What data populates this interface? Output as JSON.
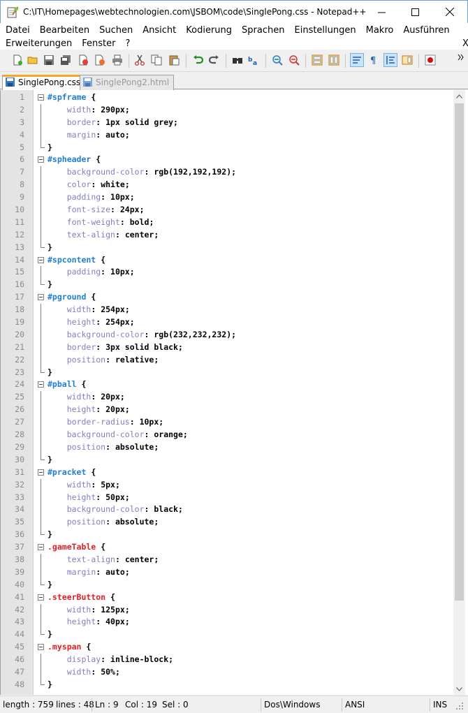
{
  "window": {
    "title": "C:\\IT\\Homepages\\webtechnologien.com\\JSBOM\\code\\SinglePong.css - Notepad++",
    "minimize_glyph": "—",
    "maximize_glyph": "☐",
    "close_glyph": "✕"
  },
  "menu": {
    "row1": [
      "Datei",
      "Bearbeiten",
      "Suchen",
      "Ansicht",
      "Kodierung",
      "Sprachen",
      "Einstellungen",
      "Makro",
      "Ausführen"
    ],
    "row2": [
      "Erweiterungen",
      "Fenster",
      "?"
    ],
    "close_x": "X"
  },
  "tabs": [
    {
      "label": "SinglePong.css",
      "active": true
    },
    {
      "label": "SinglePong2.html",
      "active": false
    }
  ],
  "editor": {
    "lines": [
      {
        "n": "1",
        "kind": "open-id",
        "sel": "#spframe"
      },
      {
        "n": "2",
        "kind": "decl",
        "prop": "width",
        "val": "290px"
      },
      {
        "n": "3",
        "kind": "decl",
        "prop": "border",
        "val": "1px solid grey"
      },
      {
        "n": "4",
        "kind": "decl",
        "prop": "margin",
        "val": "auto"
      },
      {
        "n": "5",
        "kind": "close"
      },
      {
        "n": "6",
        "kind": "open-id",
        "sel": "#spheader"
      },
      {
        "n": "7",
        "kind": "decl",
        "prop": "background-color",
        "val": "rgb(192,192,192)"
      },
      {
        "n": "8",
        "kind": "decl",
        "prop": "color",
        "val": "white"
      },
      {
        "n": "9",
        "kind": "decl",
        "prop": "padding",
        "val": "10px"
      },
      {
        "n": "10",
        "kind": "decl",
        "prop": "font-size",
        "val": "24px"
      },
      {
        "n": "11",
        "kind": "decl",
        "prop": "font-weight",
        "val": "bold"
      },
      {
        "n": "12",
        "kind": "decl",
        "prop": "text-align",
        "val": "center"
      },
      {
        "n": "13",
        "kind": "close"
      },
      {
        "n": "14",
        "kind": "open-id",
        "sel": "#spcontent"
      },
      {
        "n": "15",
        "kind": "decl",
        "prop": "padding",
        "val": "10px"
      },
      {
        "n": "16",
        "kind": "close"
      },
      {
        "n": "17",
        "kind": "open-id",
        "sel": "#pground"
      },
      {
        "n": "18",
        "kind": "decl",
        "prop": "width",
        "val": "254px"
      },
      {
        "n": "19",
        "kind": "decl",
        "prop": "height",
        "val": "254px"
      },
      {
        "n": "20",
        "kind": "decl",
        "prop": "background-color",
        "val": "rgb(232,232,232)"
      },
      {
        "n": "21",
        "kind": "decl",
        "prop": "border",
        "val": "3px solid black"
      },
      {
        "n": "22",
        "kind": "decl",
        "prop": "position",
        "val": "relative"
      },
      {
        "n": "23",
        "kind": "close"
      },
      {
        "n": "24",
        "kind": "open-id",
        "sel": "#pball"
      },
      {
        "n": "25",
        "kind": "decl",
        "prop": "width",
        "val": "20px"
      },
      {
        "n": "26",
        "kind": "decl",
        "prop": "height",
        "val": "20px"
      },
      {
        "n": "27",
        "kind": "decl",
        "prop": "border-radius",
        "val": "10px"
      },
      {
        "n": "28",
        "kind": "decl",
        "prop": "background-color",
        "val": "orange"
      },
      {
        "n": "29",
        "kind": "decl",
        "prop": "position",
        "val": "absolute"
      },
      {
        "n": "30",
        "kind": "close"
      },
      {
        "n": "31",
        "kind": "open-id",
        "sel": "#pracket"
      },
      {
        "n": "32",
        "kind": "decl",
        "prop": "width",
        "val": "5px"
      },
      {
        "n": "33",
        "kind": "decl",
        "prop": "height",
        "val": "50px"
      },
      {
        "n": "34",
        "kind": "decl",
        "prop": "background-color",
        "val": "black"
      },
      {
        "n": "35",
        "kind": "decl",
        "prop": "position",
        "val": "absolute"
      },
      {
        "n": "36",
        "kind": "close"
      },
      {
        "n": "37",
        "kind": "open-class",
        "sel": ".gameTable"
      },
      {
        "n": "38",
        "kind": "decl",
        "prop": "text-align",
        "val": "center"
      },
      {
        "n": "39",
        "kind": "decl",
        "prop": "margin",
        "val": "auto"
      },
      {
        "n": "40",
        "kind": "close"
      },
      {
        "n": "41",
        "kind": "open-class",
        "sel": ".steerButton"
      },
      {
        "n": "42",
        "kind": "decl",
        "prop": "width",
        "val": "125px"
      },
      {
        "n": "43",
        "kind": "decl",
        "prop": "height",
        "val": "40px"
      },
      {
        "n": "44",
        "kind": "close"
      },
      {
        "n": "45",
        "kind": "open-class",
        "sel": ".myspan"
      },
      {
        "n": "46",
        "kind": "decl",
        "prop": "display",
        "val": "inline-block"
      },
      {
        "n": "47",
        "kind": "decl",
        "prop": "width",
        "val": "50%"
      },
      {
        "n": "48",
        "kind": "close"
      }
    ]
  },
  "status": {
    "length": "length : 759",
    "lines": "lines : 48",
    "ln": "Ln : 9",
    "col": "Col : 19",
    "sel": "Sel : 0",
    "eol": "Dos\\Windows",
    "encoding": "ANSI",
    "mode": "INS"
  },
  "colors": {
    "id_selector": "#1e7ed8",
    "class_selector": "#e31e24",
    "property": "#8080c0",
    "active_tab_accent": "#f6a623"
  },
  "toolbar_icons": [
    "new-file-icon",
    "open-file-icon",
    "save-icon",
    "save-all-icon",
    "close-icon",
    "close-all-icon",
    "print-icon",
    "cut-icon",
    "copy-icon",
    "paste-icon",
    "undo-icon",
    "redo-icon",
    "find-icon",
    "replace-icon",
    "zoom-in-icon",
    "zoom-out-icon",
    "sync-v-icon",
    "sync-h-icon",
    "wrap-icon",
    "all-chars-icon",
    "indent-guide-icon",
    "doc-map-icon",
    "record-macro-icon",
    "more-icon"
  ]
}
